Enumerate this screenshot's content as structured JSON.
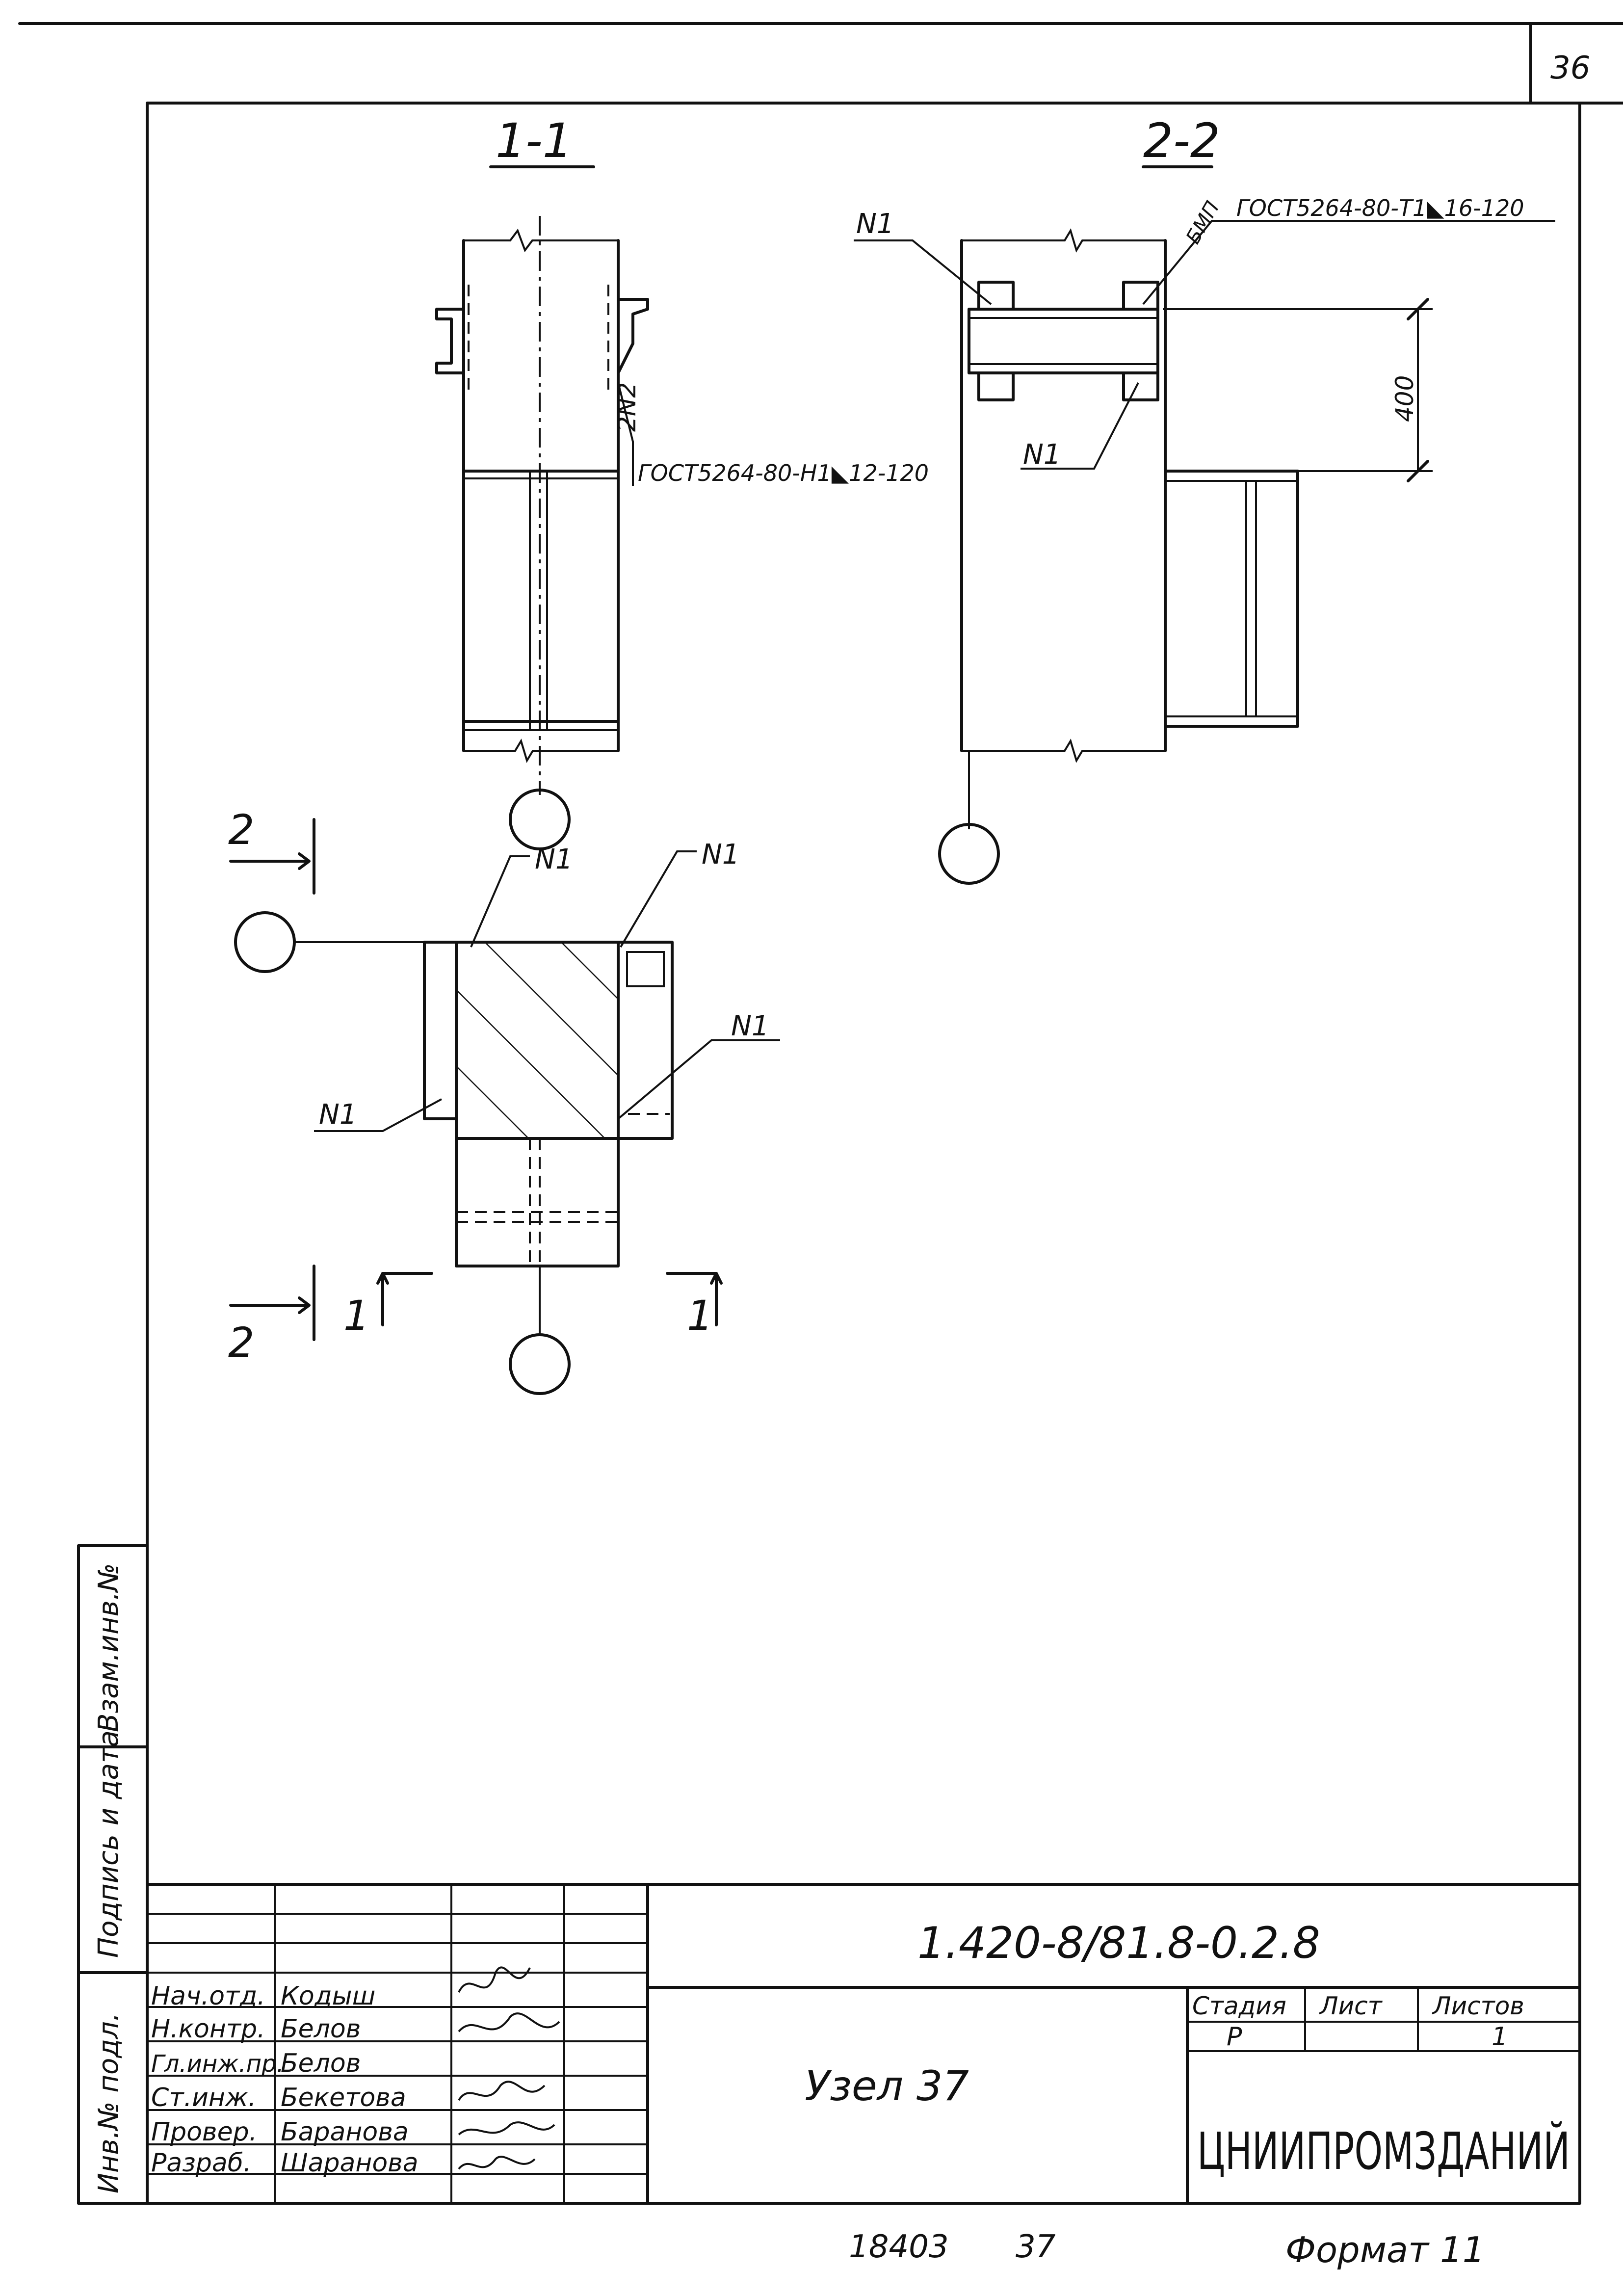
{
  "sheet_number": "36",
  "sections": {
    "section_1": "1-1",
    "section_2": "2-2"
  },
  "callouts": {
    "n1": "N1",
    "n2": "2N2",
    "weld_1": "ГОСТ5264-80-Н1◣12-120",
    "weld_2_prefix": "БМП",
    "weld_2": "ГОСТ5264-80-Т1◣16-120",
    "dimension": "400"
  },
  "plan_marks": {
    "cut_2": "2",
    "cut_1": "1"
  },
  "side_labels": {
    "inv_no_original": "Инв.№ подл.",
    "sign_date": "Подпись и дата",
    "inv_no_replace": "Взам.инв.№"
  },
  "title_block": {
    "doc_code": "1.420-8/81.8-0.2.8",
    "node_title": "Узел 37",
    "stage_header": "Стадия",
    "sheet_header": "Лист",
    "sheets_header": "Листов",
    "stage_value": "Р",
    "sheet_value": "",
    "sheets_value": "1",
    "organization": "ЦНИИПРОМЗДАНИЙ",
    "staff": [
      {
        "role": "Нач.отд.",
        "name": "Кодыш"
      },
      {
        "role": "Н.контр.",
        "name": "Белов"
      },
      {
        "role": "Гл.инж.пр.",
        "name": "Белов"
      },
      {
        "role": "Ст.инж.",
        "name": "Бекетова"
      },
      {
        "role": "Провер.",
        "name": "Баранова"
      },
      {
        "role": "Разраб.",
        "name": "Шаранова"
      }
    ]
  },
  "footer": {
    "archive_no": "18403",
    "archive_page": "37",
    "format": "Формат 11"
  }
}
